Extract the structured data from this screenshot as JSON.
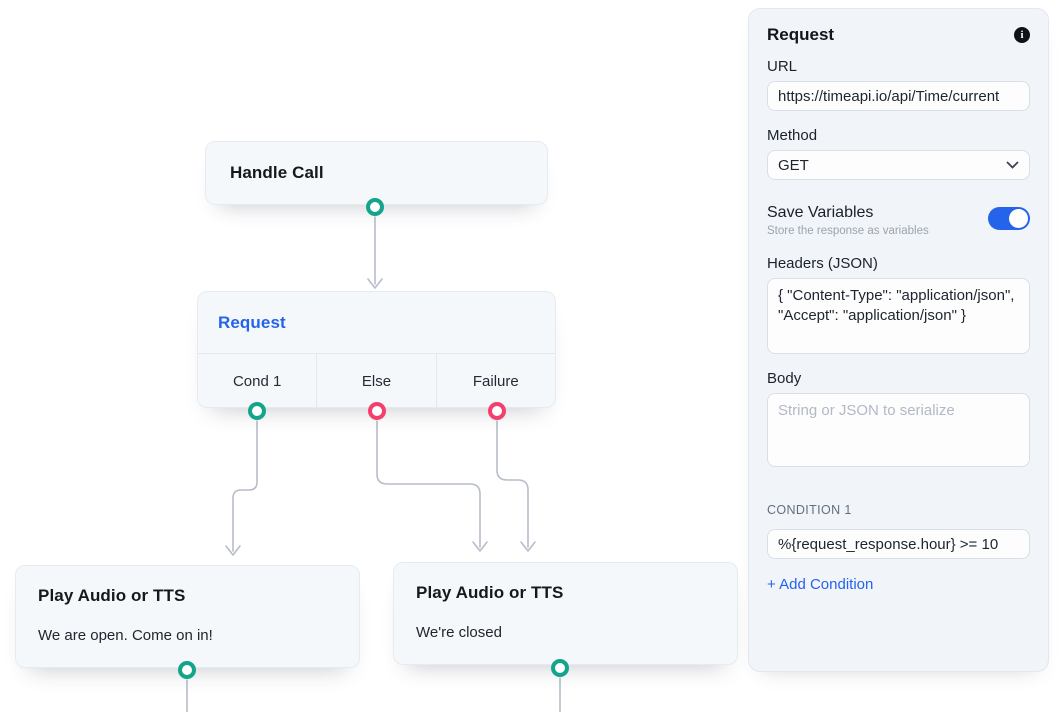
{
  "colors": {
    "teal": "#12a58b",
    "pink": "#f23f6d",
    "blue": "#2563eb",
    "edge": "#b7bdc9"
  },
  "canvas": {
    "nodes": {
      "handle_call": {
        "title": "Handle Call"
      },
      "request": {
        "title": "Request",
        "branches": [
          {
            "label": "Cond 1"
          },
          {
            "label": "Else"
          },
          {
            "label": "Failure"
          }
        ]
      },
      "play_open": {
        "title": "Play Audio or TTS",
        "subtitle": "We are open. Come on in!"
      },
      "play_closed": {
        "title": "Play Audio or TTS",
        "subtitle": "We're closed"
      }
    }
  },
  "panel": {
    "title": "Request",
    "url": {
      "label": "URL",
      "value": "https://timeapi.io/api/Time/current"
    },
    "method": {
      "label": "Method",
      "value": "GET"
    },
    "save_variables": {
      "label": "Save Variables",
      "description": "Store the response as variables",
      "enabled": true
    },
    "headers": {
      "label": "Headers (JSON)",
      "value": "{ \"Content-Type\": \"application/json\", \"Accept\": \"application/json\" }"
    },
    "body": {
      "label": "Body",
      "placeholder": "String or JSON to serialize",
      "value": ""
    },
    "condition": {
      "label": "CONDITION 1",
      "value": "%{request_response.hour} >= 10"
    },
    "add_condition_label": "+ Add Condition"
  }
}
